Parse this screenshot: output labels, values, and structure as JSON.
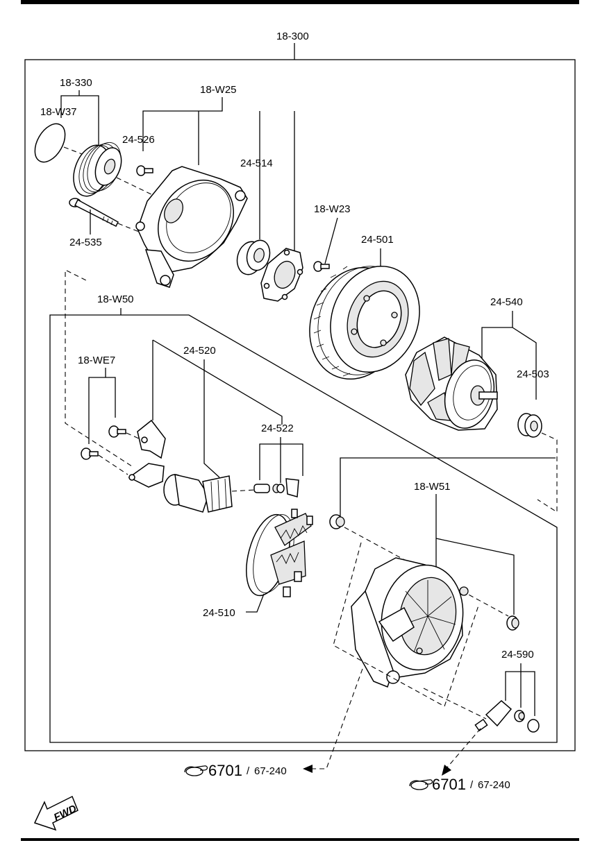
{
  "labels": {
    "assembly": "18-300",
    "pulley_set": "18-330",
    "pulley_cap": "18-W37",
    "front_housing_set": "18-W25",
    "screw_front": "24-526",
    "bearing_front": "24-514",
    "through_bolt": "24-535",
    "stator_screw": "18-W23",
    "stator": "24-501",
    "rotor_set": "24-540",
    "rear_bearing": "24-503",
    "rear_set": "18-W50",
    "regulator_screws": "18-WE7",
    "regulator": "24-520",
    "brush": "24-522",
    "rectifier": "24-510",
    "rear_cover_set": "18-W51",
    "terminal_set": "24-590"
  },
  "references": [
    {
      "main": "6701",
      "sep": "/",
      "sub": "67-240"
    },
    {
      "main": "6701",
      "sep": "/",
      "sub": "67-240"
    }
  ],
  "fwd": "FWD",
  "icons": [
    "hand-pointer-icon",
    "fwd-arrow-icon"
  ]
}
